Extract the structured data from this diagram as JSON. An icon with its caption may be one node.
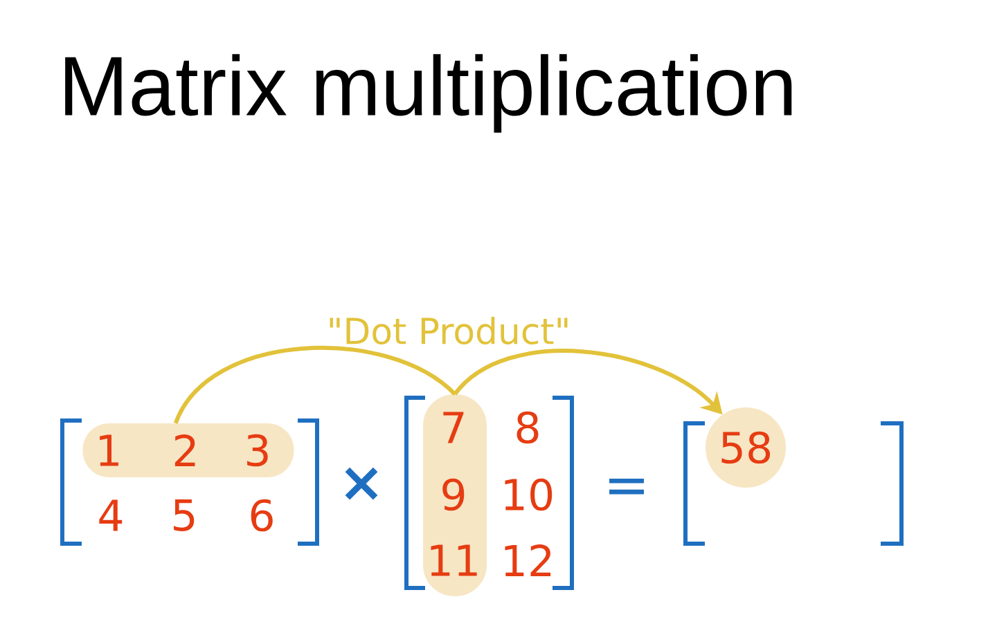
{
  "diagram": {
    "title": "Matrix multiplication",
    "nodes": [
      {
        "text": [
          "1",
          "2",
          "3"
        ]
      },
      {
        "text": [
          "7",
          "9",
          "11"
        ]
      },
      {
        "text": [
          "58"
        ]
      }
    ],
    "edges": [
      {
        "from": 0,
        "to": 1,
        "arrow": "none"
      },
      {
        "from": 1,
        "to": 2,
        "arrow": "to"
      }
    ],
    "labels": [
      "\"Dot Product\"",
      "4",
      "5",
      "6",
      "×",
      "8",
      "10",
      "12",
      "="
    ]
  }
}
